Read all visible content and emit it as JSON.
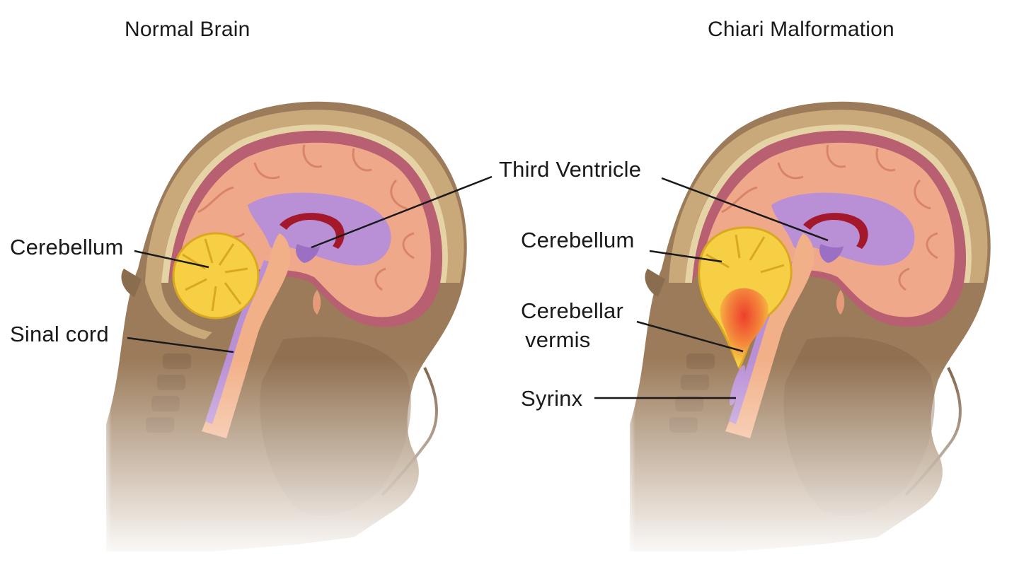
{
  "panels": [
    {
      "title": "Normal Brain"
    },
    {
      "title": "Chiari Malformation"
    }
  ],
  "labels": {
    "third_ventricle": "Third Ventricle",
    "cerebellum_left": "Cerebellum",
    "spinal_cord": "Sinal cord",
    "cerebellum_right": "Cerebellum",
    "cerebellar_vermis_line1": "Cerebellar",
    "cerebellar_vermis_line2": "vermis",
    "syrinx": "Syrinx"
  },
  "colors": {
    "skin": "#9b7b5a",
    "skin_shadow": "#7d6146",
    "skull": "#c9a879",
    "skull_rim": "#e5d3a6",
    "brain": "#f0a88a",
    "brain_fold": "#d98468",
    "meninges": "#b95f72",
    "ventricle": "#b98fd6",
    "corpus_callosum": "#a3182a",
    "cerebellum": "#f6cf45",
    "herniation": "#f0583a",
    "brainstem": "#f2b088"
  }
}
